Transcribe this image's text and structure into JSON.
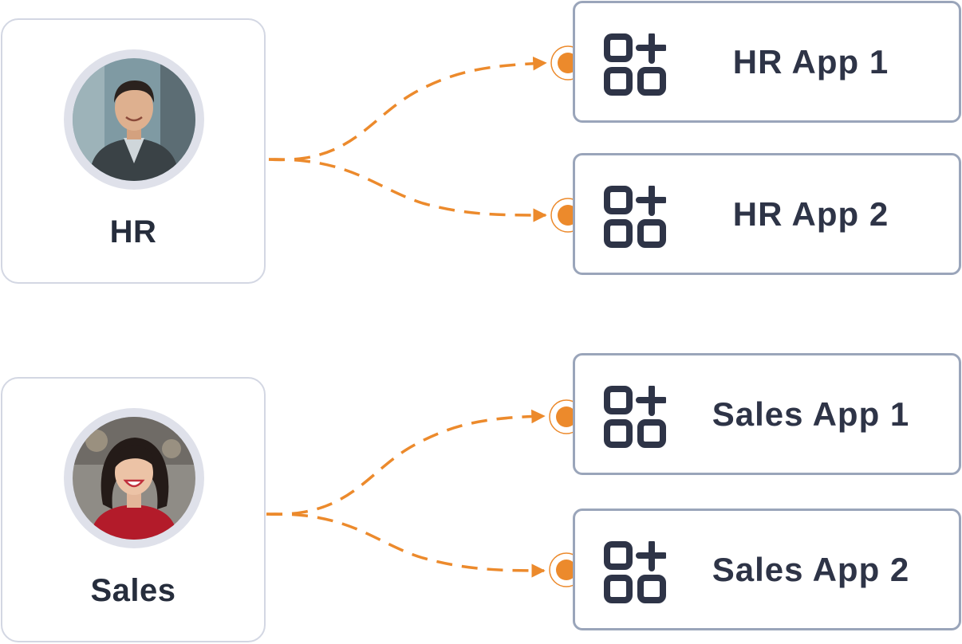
{
  "roles": [
    {
      "label": "HR",
      "avatar": "man-in-blazer-avatar"
    },
    {
      "label": "Sales",
      "avatar": "smiling-woman-avatar"
    }
  ],
  "apps": [
    {
      "label": "HR App 1",
      "icon": "apps-grid-plus-icon"
    },
    {
      "label": "HR App 2",
      "icon": "apps-grid-plus-icon"
    },
    {
      "label": "Sales App 1",
      "icon": "apps-grid-plus-icon"
    },
    {
      "label": "Sales App 2",
      "icon": "apps-grid-plus-icon"
    }
  ],
  "colors": {
    "connector": "#ec8a2c",
    "card_border": "#d3d7e3",
    "app_border": "#9aa5ba",
    "icon": "#2e3447",
    "text": "#262d3c"
  }
}
